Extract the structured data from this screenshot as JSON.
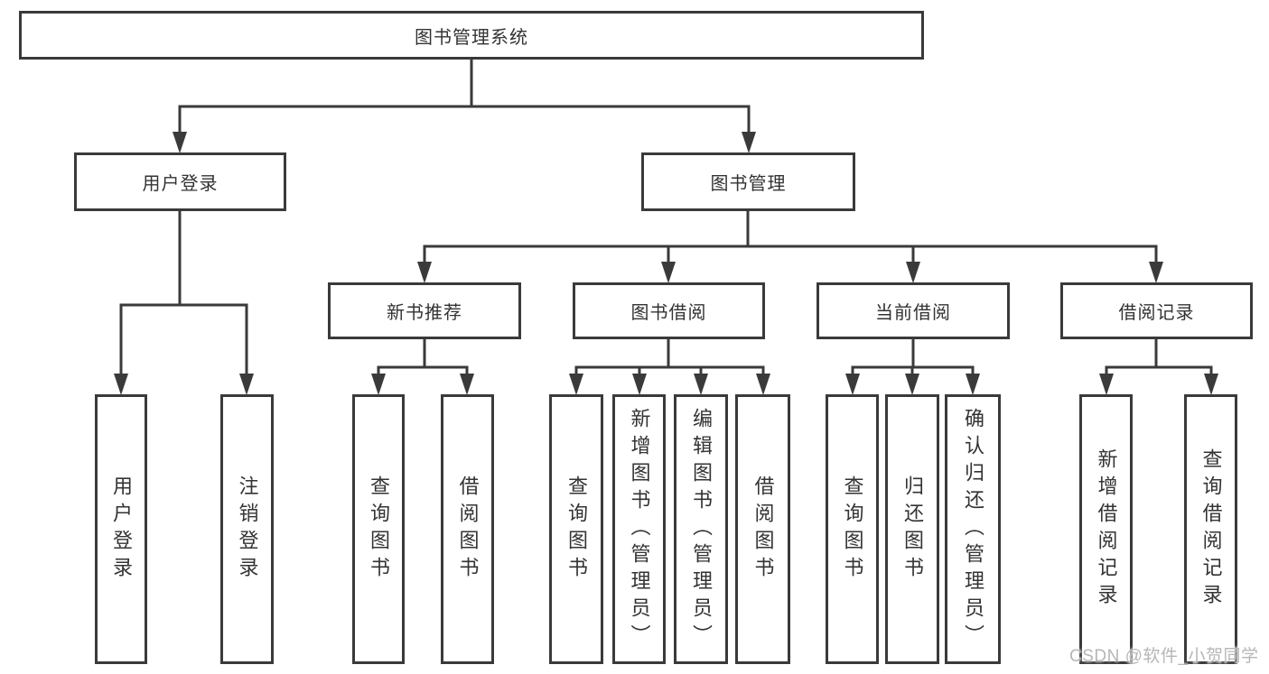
{
  "colors": {
    "line": "#3a3a3a",
    "box_border": "#3a3a3a",
    "text": "#333333",
    "background": "#ffffff",
    "watermark": "#b6b6b6"
  },
  "watermark": {
    "text": "CSDN @软件_小贺同学"
  },
  "tree": {
    "root": {
      "label": "图书管理系统"
    },
    "children": [
      {
        "label": "用户登录",
        "children": [
          {
            "label": "用户登录"
          },
          {
            "label": "注销登录"
          }
        ]
      },
      {
        "label": "图书管理",
        "children": [
          {
            "label": "新书推荐",
            "children": [
              {
                "label": "查询图书"
              },
              {
                "label": "借阅图书"
              }
            ]
          },
          {
            "label": "图书借阅",
            "children": [
              {
                "label": "查询图书"
              },
              {
                "label": "新增图书（管理员）"
              },
              {
                "label": "编辑图书（管理员）"
              },
              {
                "label": "借阅图书"
              }
            ]
          },
          {
            "label": "当前借阅",
            "children": [
              {
                "label": "查询图书"
              },
              {
                "label": "归还图书"
              },
              {
                "label": "确认归还（管理员）"
              }
            ]
          },
          {
            "label": "借阅记录",
            "children": [
              {
                "label": "新增借阅记录"
              },
              {
                "label": "查询借阅记录"
              }
            ]
          }
        ]
      }
    ]
  }
}
